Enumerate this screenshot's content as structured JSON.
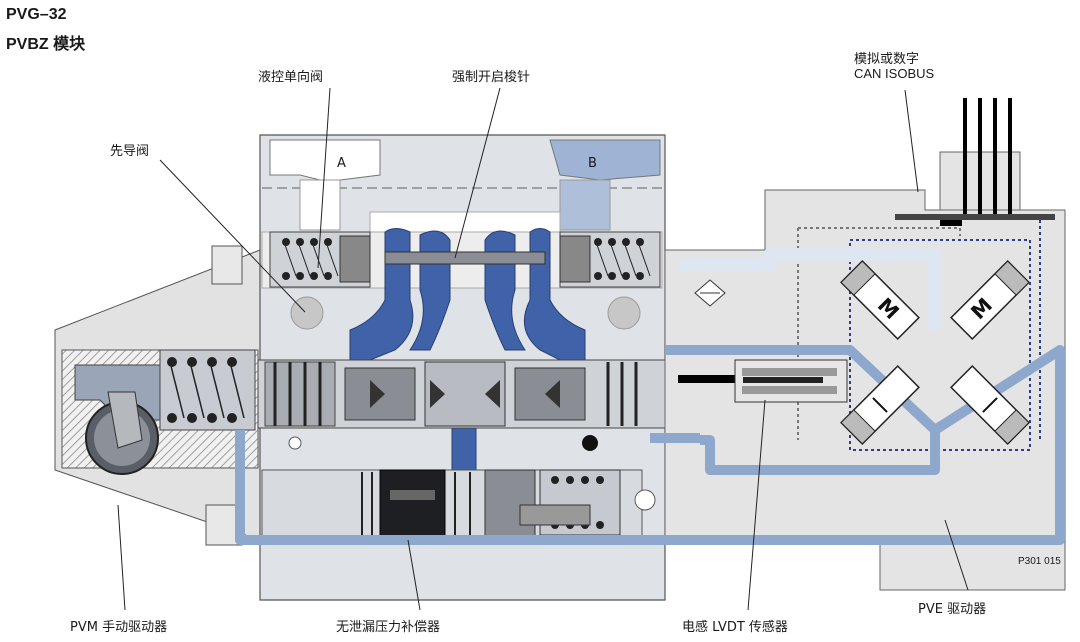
{
  "title": {
    "line1": "PVG–32",
    "line2": "PVBZ 模块"
  },
  "labels": {
    "check_valve": "液控单向阀",
    "forced_open_pin": "强制开启梭针",
    "pilot_valve": "先导阀",
    "analog_digital": "模拟或数字",
    "can_isobus": "CAN ISOBUS",
    "port_a": "A",
    "port_b": "B",
    "pvm_actuator": "PVM 手动驱动器",
    "compensator": "无泄漏压力补偿器",
    "lvdt_sensor": "电感 LVDT 传感器",
    "pve_actuator": "PVE 驱动器",
    "part_code": "P301 015"
  },
  "colors": {
    "oil_blue": "#3f62a8",
    "pilot_light_blue": "#8ea7cc",
    "pale_blue": "#dde6f1",
    "housing_gray": "#e3e6ea",
    "mid_gray": "#bfc3c8",
    "dark_gray": "#6a6e73"
  }
}
